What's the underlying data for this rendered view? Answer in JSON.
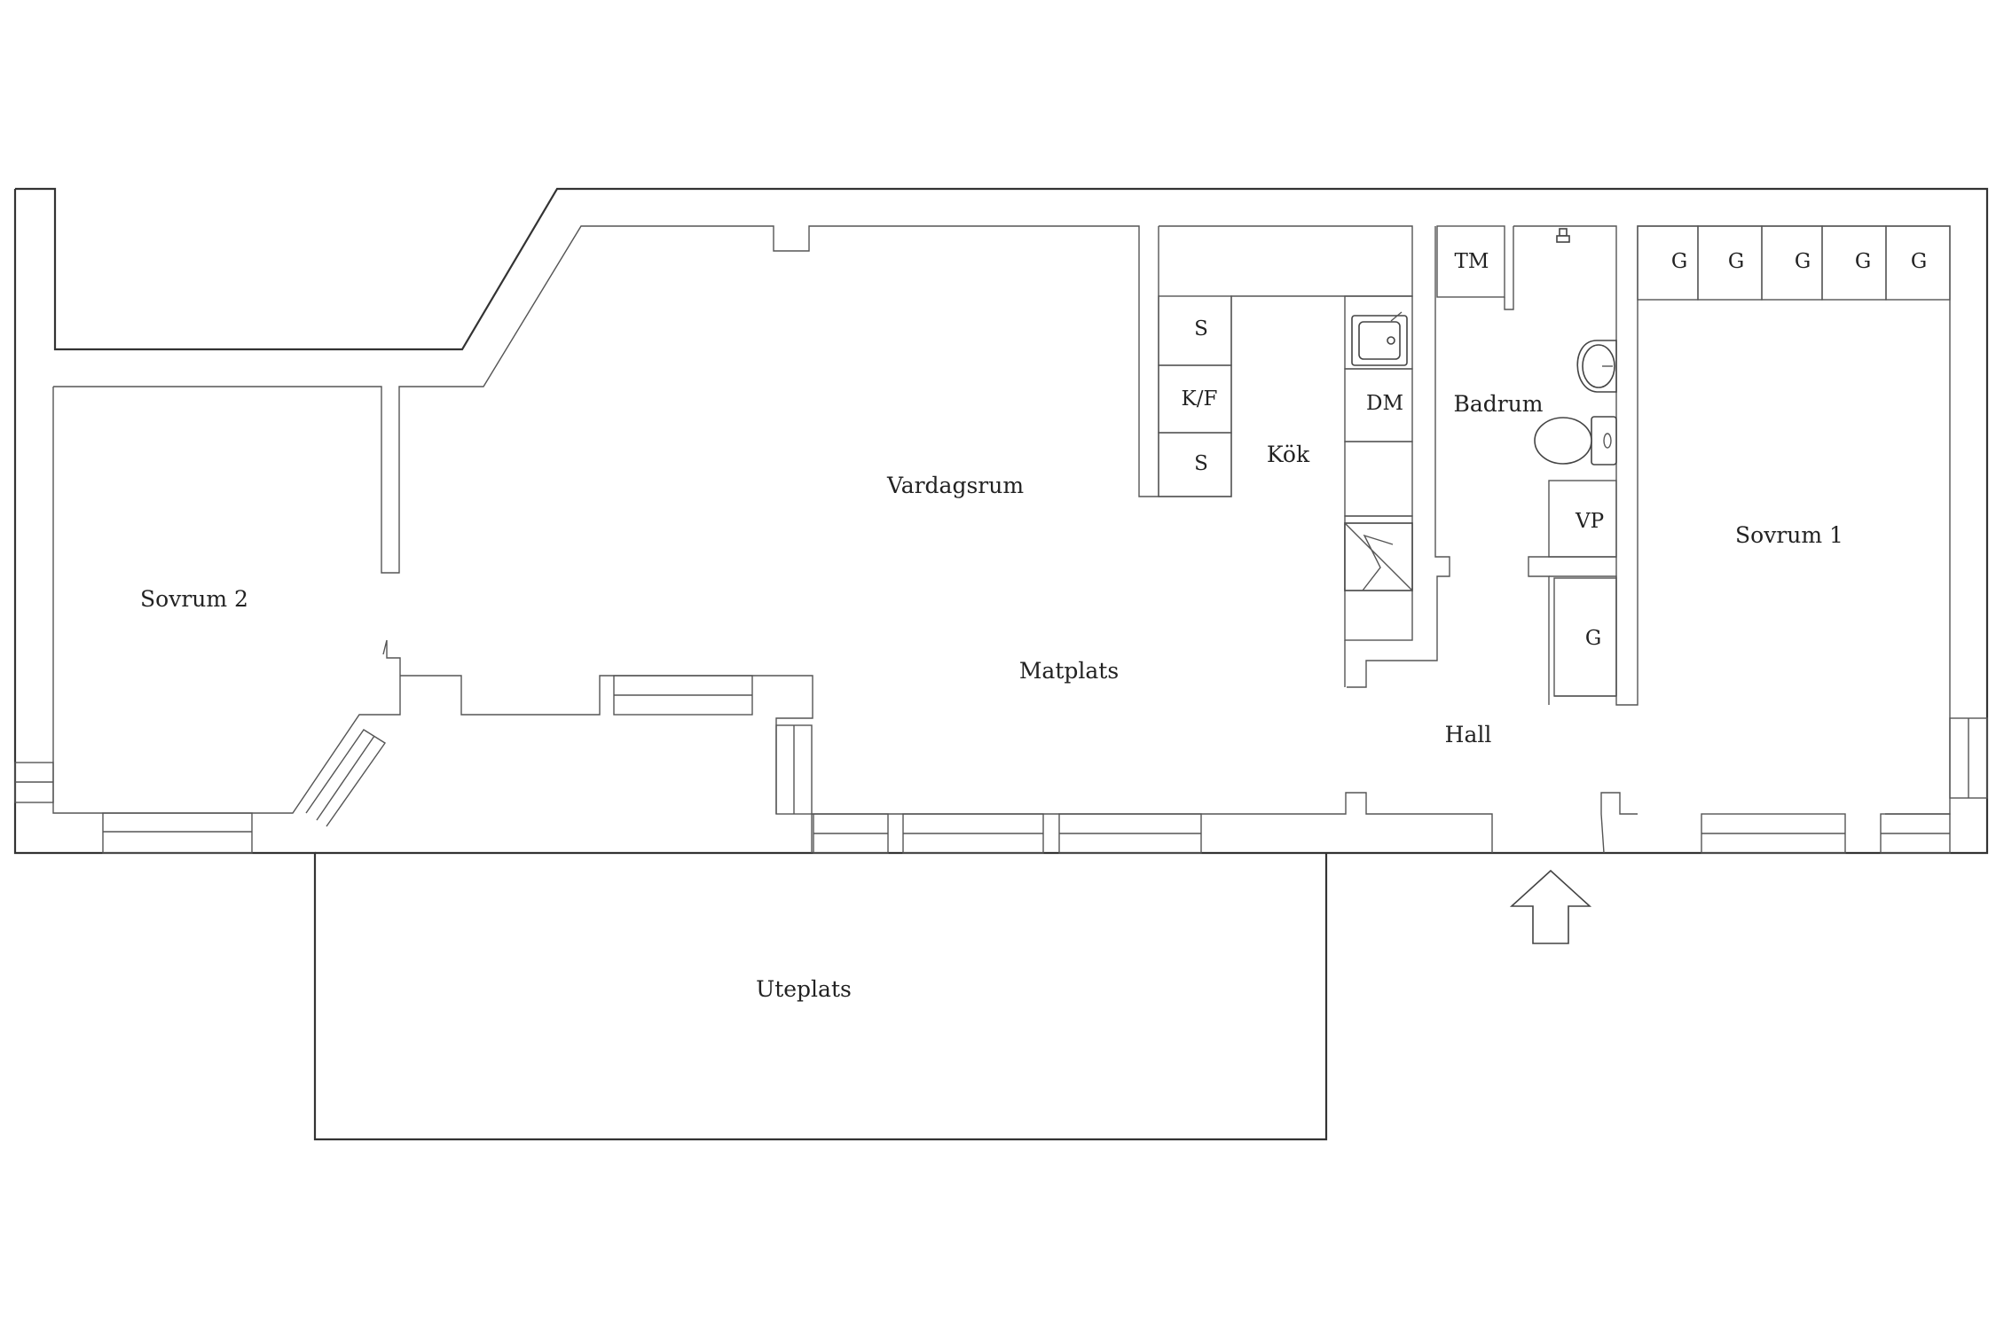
{
  "rooms": {
    "sovrum2": "Sovrum 2",
    "vardagsrum": "Vardagsrum",
    "matplats": "Matplats",
    "kok": "Kök",
    "badrum": "Badrum",
    "hall": "Hall",
    "sovrum1": "Sovrum 1",
    "uteplats": "Uteplats"
  },
  "fixtures": {
    "s_top": "S",
    "kf": "K/F",
    "s_bottom": "S",
    "dm": "DM",
    "tm": "TM",
    "vp": "VP",
    "g_hall": "G",
    "g1": "G",
    "g2": "G",
    "g3": "G",
    "g4": "G",
    "g5": "G"
  },
  "icons": {
    "entrance": "arrow-up-icon",
    "sink": "kitchen-sink-icon",
    "stove": "stove-icon",
    "washbasin": "washbasin-icon",
    "toilet": "toilet-icon",
    "shower": "shower-icon"
  },
  "colors": {
    "line": "#333333",
    "text": "#222222",
    "background": "#ffffff"
  }
}
